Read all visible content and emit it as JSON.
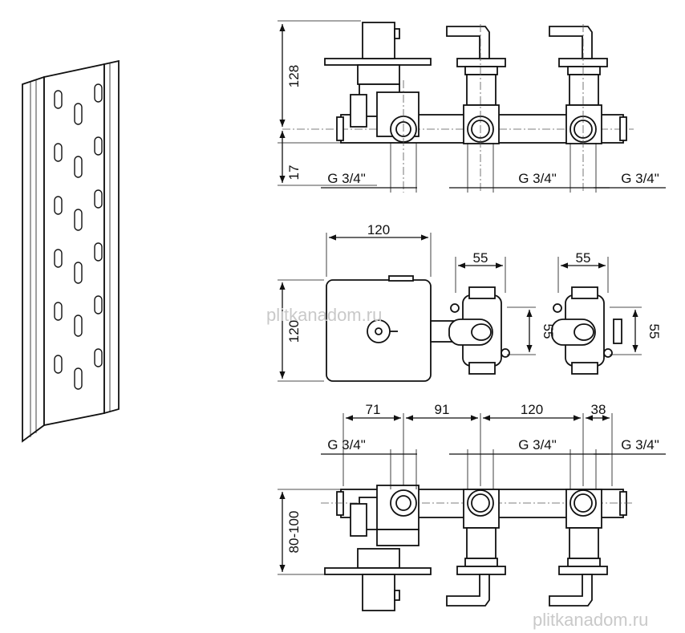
{
  "watermark": "plitkanadom.ru",
  "top_view": {
    "dim_height": "128",
    "dim_offset": "17",
    "thread_left": "G 3/4\"",
    "thread_mid": "G 3/4\"",
    "thread_right": "G 3/4\""
  },
  "middle_view": {
    "dim_box_width": "120",
    "dim_box_height": "120",
    "dim_left_valve_width": "55",
    "dim_right_valve_width": "55",
    "dim_left_valve_height": "55",
    "dim_right_valve_height": "55"
  },
  "bottom_view": {
    "dim_a": "71",
    "dim_b": "91",
    "dim_c": "120",
    "dim_d": "38",
    "dim_depth": "80-100",
    "thread_left": "G 3/4\"",
    "thread_mid": "G 3/4\"",
    "thread_right": "G 3/4\""
  }
}
